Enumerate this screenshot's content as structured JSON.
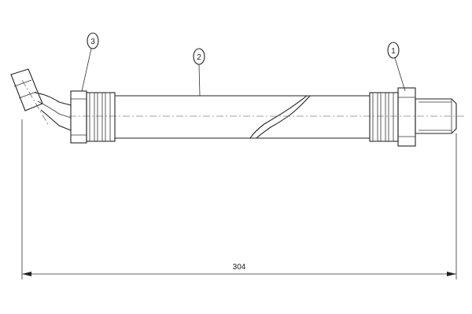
{
  "drawing": {
    "dimension": {
      "value": "304"
    },
    "callouts": [
      {
        "number": "1",
        "part": "threaded-male-fitting"
      },
      {
        "number": "2",
        "part": "hose"
      },
      {
        "number": "3",
        "part": "bent-banjo-fitting"
      }
    ],
    "colors": {
      "line": "#222222",
      "background": "#ffffff"
    }
  }
}
